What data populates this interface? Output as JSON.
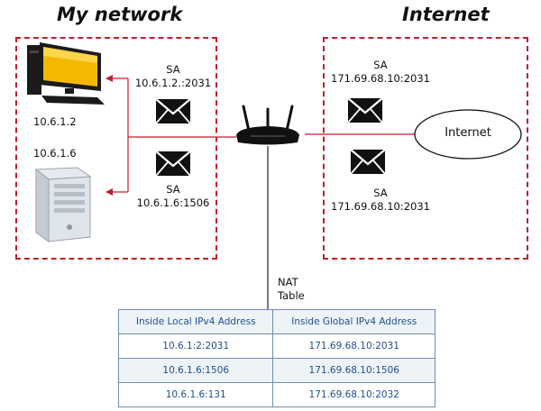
{
  "sections": {
    "left_title": "My network",
    "right_title": "Internet"
  },
  "hosts": {
    "pc_ip": "10.6.1.2",
    "server_ip": "10.6.1.6"
  },
  "packets": {
    "left_top": {
      "line1": "SA",
      "line2": "10.6.1.2.:2031"
    },
    "left_bottom": {
      "line1": "SA",
      "line2": "10.6.1.6:1506"
    },
    "right_top": {
      "line1": "SA",
      "line2": "171.69.68.10:2031"
    },
    "right_bottom": {
      "line1": "SA",
      "line2": "171.69.68.10:2031"
    }
  },
  "internet_cloud_label": "Internet",
  "nat": {
    "caption_line1": "NAT",
    "caption_line2": "Table",
    "headers": [
      "Inside Local IPv4 Address",
      "Inside Global IPv4 Address"
    ],
    "rows": [
      [
        "10.6.1:2:2031",
        "171.69.68.10:2031"
      ],
      [
        "10.6.1.6:1506",
        "171.69.68.10:1506"
      ],
      [
        "10.6.1.6:131",
        "171.69.68.10:2032"
      ]
    ]
  },
  "colors": {
    "zone_border": "#c0202a",
    "link_line": "#c0202a",
    "table_text": "#1f4f8f",
    "table_border": "#6f8faf",
    "monitor_screen": "#f5b800"
  },
  "icons": [
    "desktop-computer-icon",
    "server-icon",
    "router-icon",
    "envelope-icon",
    "internet-cloud-icon"
  ]
}
